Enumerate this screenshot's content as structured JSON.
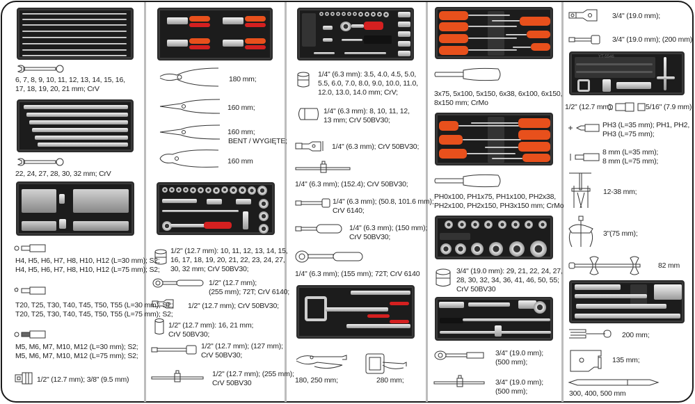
{
  "sheet": {
    "columns": [
      {
        "id": "col1",
        "items": [
          {
            "tray": "combination-wrench-tray-small",
            "icon": "combination-wrench-icon",
            "text": [
              "6, 7, 8, 9, 10, 11, 12, 13, 14, 15, 16,",
              "17, 18, 19, 20, 21 mm; CrV"
            ]
          },
          {
            "tray": "combination-wrench-tray-large",
            "icon": "combination-wrench-icon",
            "text": [
              "22, 24, 27, 28, 30, 32 mm; CrV"
            ]
          },
          {
            "tray": "bit-tray"
          },
          {
            "icon": "hex-bit-icon",
            "text": [
              "H4, H5, H6, H7, H8, H10, H12 (L=30 mm); S2;",
              "H4, H5, H6, H7, H8, H10, H12 (L=75 mm); S2;"
            ]
          },
          {
            "icon": "torx-bit-icon",
            "text": [
              "T20, T25, T30, T40, T45, T50, T55 (L=30 mm); S2;",
              "T20, T25, T30, T40, T45, T50, T55 (L=75 mm); S2;"
            ]
          },
          {
            "icon": "spline-bit-icon",
            "text": [
              "M5, M6, M7, M10, M12 (L=30 mm); S2;",
              "M5, M6, M7, M10, M12 (L=75 mm); S2;"
            ]
          },
          {
            "icon": "bit-adapter-icon",
            "text": [
              "1/2\" (12.7 mm); 3/8\" (9.5 mm)"
            ]
          }
        ]
      },
      {
        "id": "col2",
        "items": [
          {
            "tray": "pliers-tray"
          },
          {
            "icon": "combination-pliers-icon",
            "text": [
              "180 mm;"
            ]
          },
          {
            "icon": "long-nose-pliers-icon",
            "text": [
              "160 mm;"
            ]
          },
          {
            "icon": "bent-nose-pliers-icon",
            "text": [
              "160 mm;",
              "BENT / WYGIĘTE;"
            ]
          },
          {
            "icon": "side-cutter-icon",
            "text": [
              "160 mm"
            ]
          },
          {
            "tray": "half-inch-socket-tray"
          },
          {
            "icon": "socket-icon",
            "text": [
              "1/2\" (12.7 mm): 10, 11, 12, 13, 14, 15,",
              "16, 17, 18, 19, 20, 21, 22, 23, 24, 27,",
              "30, 32 mm; CrV 50BV30;"
            ]
          },
          {
            "icon": "ratchet-icon",
            "text": [
              "1/2\" (12.7 mm);",
              "(255 mm); 72T; CrV 6140;"
            ]
          },
          {
            "icon": "universal-joint-icon",
            "text": [
              "1/2\" (12.7 mm); CrV 50BV30;"
            ]
          },
          {
            "icon": "deep-socket-icon",
            "text": [
              "1/2\" (12.7 mm): 16, 21 mm;",
              "CrV 50BV30;"
            ]
          },
          {
            "icon": "extension-bar-icon",
            "text": [
              "1/2\" (12.7 mm); (127 mm);",
              "CrV 50BV30;"
            ]
          },
          {
            "icon": "t-bar-icon",
            "text": [
              "1/2\" (12.7 mm); (255 mm);",
              "CrV 50BV30"
            ]
          }
        ]
      },
      {
        "id": "col3",
        "items": [
          {
            "tray": "quarter-inch-socket-tray"
          },
          {
            "icon": "socket-icon",
            "text": [
              "1/4\" (6.3 mm): 3.5, 4.0, 4.5, 5.0,",
              "5.5, 6.0, 7.0, 8.0, 9.0, 10.0, 11.0,",
              "12.0, 13.0, 14.0 mm; CrV;"
            ]
          },
          {
            "icon": "deep-socket-icon",
            "text": [
              "1/4\" (6.3 mm): 8, 10, 11, 12,",
              "13 mm; CrV 50BV30;"
            ]
          },
          {
            "icon": "universal-joint-icon",
            "text": [
              "1/4\" (6.3 mm); CrV 50BV30;"
            ]
          },
          {
            "icon": "t-bar-icon",
            "text": [
              "1/4\" (6.3 mm); (152.4); CrV 50BV30;"
            ]
          },
          {
            "icon": "extension-bar-icon",
            "text": [
              "1/4\" (6.3 mm); (50.8, 101.6 mm);",
              "CrV 6140;"
            ]
          },
          {
            "icon": "spinner-handle-icon",
            "text": [
              "1/4\" (6.3 mm); (150 mm);",
              "CrV 50BV30;"
            ]
          },
          {
            "icon": "ratchet-icon",
            "text": [
              "1/4\" (6.3 mm); (155 mm); 72T; CrV 6140"
            ]
          },
          {
            "tray": "locking-pliers-tray"
          },
          {
            "icon": "locking-pliers-icon",
            "text": [
              "180, 250 mm;"
            ]
          },
          {
            "icon": "c-clamp-pliers-icon",
            "text": [
              "280 mm;"
            ]
          }
        ]
      },
      {
        "id": "col4",
        "items": [
          {
            "tray": "slotted-screwdriver-tray"
          },
          {
            "icon": "screwdriver-icon",
            "text": [
              "3x75, 5x100, 5x150, 6x38, 6x100, 6x150,",
              "8x150 mm; CrMo"
            ]
          },
          {
            "tray": "phillips-screwdriver-tray"
          },
          {
            "icon": "screwdriver-icon",
            "text": [
              "PH0x100, PH1x75, PH1x100, PH2x38,",
              "PH2x100, PH2x150, PH3x150 mm; CrMo"
            ]
          },
          {
            "tray": "three-quarter-socket-tray"
          },
          {
            "icon": "socket-icon",
            "text": [
              "3/4\" (19.0 mm): 29, 21, 22, 24, 27,",
              "28, 30, 32, 34, 36, 41, 46, 50, 55;",
              "CrV 50BV30"
            ]
          },
          {
            "tray": "three-quarter-drive-tray"
          },
          {
            "icon": "ratchet-icon",
            "text": [
              "3/4\" (19.0 mm);",
              "(500 mm);"
            ]
          },
          {
            "icon": "t-bar-icon",
            "text": [
              "3/4\" (19.0 mm);",
              "(500 mm);"
            ]
          }
        ]
      },
      {
        "id": "col5",
        "items": [
          {
            "icon": "universal-joint-icon",
            "text": [
              "3/4\" (19.0 mm);"
            ]
          },
          {
            "icon": "extension-bar-icon",
            "text": [
              "3/4\" (19.0 mm); (200 mm)"
            ]
          },
          {
            "tray": "puller-tray",
            "tray_label": "YT-5546"
          },
          {
            "icon": "adapter-icon",
            "text": [
              "1/2\" (12.7 mm);",
              "5/16\" (7.9 mm);"
            ]
          },
          {
            "icon": "phillips-bit-icon",
            "text": [
              "PH3 (L=35 mm); PH1, PH2,",
              "PH3 (L=75 mm);"
            ]
          },
          {
            "icon": "flat-bit-icon",
            "text": [
              "8 mm (L=35 mm);",
              "8 mm (L=75 mm);"
            ]
          },
          {
            "icon": "bearing-puller-icon",
            "text": [
              "12-38 mm;"
            ]
          },
          {
            "icon": "two-jaw-puller-icon",
            "text": [
              "3\"(75 mm);"
            ]
          },
          {
            "icon": "spring-compressor-icon",
            "text": [
              "82 mm"
            ]
          },
          {
            "tray": "ball-joint-tray"
          },
          {
            "icon": "fork-separator-icon",
            "text": [
              "200 mm;"
            ]
          },
          {
            "icon": "ball-joint-separator-icon",
            "text": [
              "135 mm;"
            ]
          },
          {
            "icon": "pry-bar-icon",
            "text": [
              "300, 400, 500 mm"
            ]
          }
        ]
      }
    ]
  },
  "colors": {
    "tray_black": "#1c1c1c",
    "handle_orange": "#e8501c",
    "handle_red": "#d42020",
    "divider_gray": "#bdbdbd",
    "frame_black": "#1a1a1a"
  }
}
